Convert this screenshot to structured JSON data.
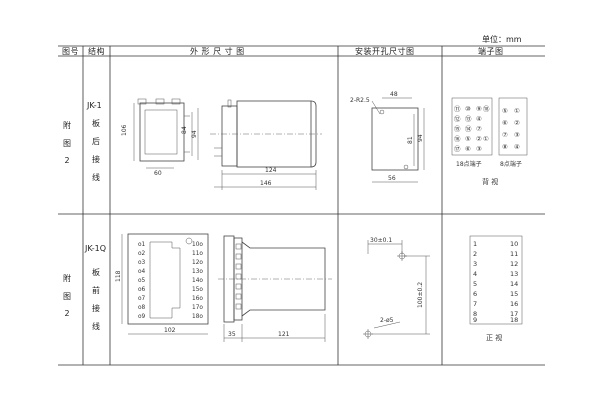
{
  "unit_label": "单位：mm",
  "headers": {
    "fig_no": "图号",
    "structure": "结构",
    "outline": "外 形 尺 寸 图",
    "mounting": "安装开孔尺寸图",
    "terminal": "端子图"
  },
  "row1": {
    "fig_chars": [
      "附",
      "图",
      "2"
    ],
    "model": "JK-1",
    "struct_chars": [
      "板",
      "后",
      "接",
      "线"
    ],
    "dims": {
      "h106": "106",
      "h84": "84",
      "h94": "94",
      "w60": "60",
      "l124": "124",
      "l146": "146"
    },
    "mount": {
      "hole": "2-R2.5",
      "w48": "48",
      "h81": "81",
      "h94": "94",
      "w56": "56"
    },
    "terminal": {
      "label18": "18点端子",
      "label8": "8点端子",
      "view": "背 视",
      "nums18": [
        "⑪",
        "⑩",
        "⑨",
        "⑫",
        "⑬",
        "④",
        "⑮",
        "⑭",
        "⑦",
        "⑯",
        "⑤",
        "②",
        "⑰",
        "⑥",
        "③",
        "⑱",
        "①"
      ],
      "nums8": [
        "⑤",
        "①",
        "⑥",
        "②",
        "⑦",
        "③",
        "⑧",
        "④"
      ]
    }
  },
  "row2": {
    "fig_chars": [
      "附",
      "图",
      "2"
    ],
    "model": "JK-1Q",
    "struct_chars": [
      "板",
      "前",
      "接",
      "线"
    ],
    "dims": {
      "h118": "118",
      "w102": "102",
      "w35": "35",
      "l121": "121"
    },
    "left_terms": [
      "o1",
      "o2",
      "o3",
      "o4",
      "o5",
      "o6",
      "o7",
      "o8",
      "o9"
    ],
    "right_terms": [
      "10o",
      "11o",
      "12o",
      "13o",
      "14o",
      "15o",
      "16o",
      "17o",
      "18o"
    ],
    "mount": {
      "w30": "30±0.1",
      "h100": "100±0.2",
      "hole": "2-ø5"
    },
    "terminal": {
      "left": [
        "1",
        "2",
        "3",
        "4",
        "5",
        "6",
        "7",
        "8",
        "9"
      ],
      "right": [
        "10",
        "11",
        "12",
        "13",
        "14",
        "15",
        "16",
        "17",
        "18"
      ],
      "view": "正 视"
    }
  }
}
